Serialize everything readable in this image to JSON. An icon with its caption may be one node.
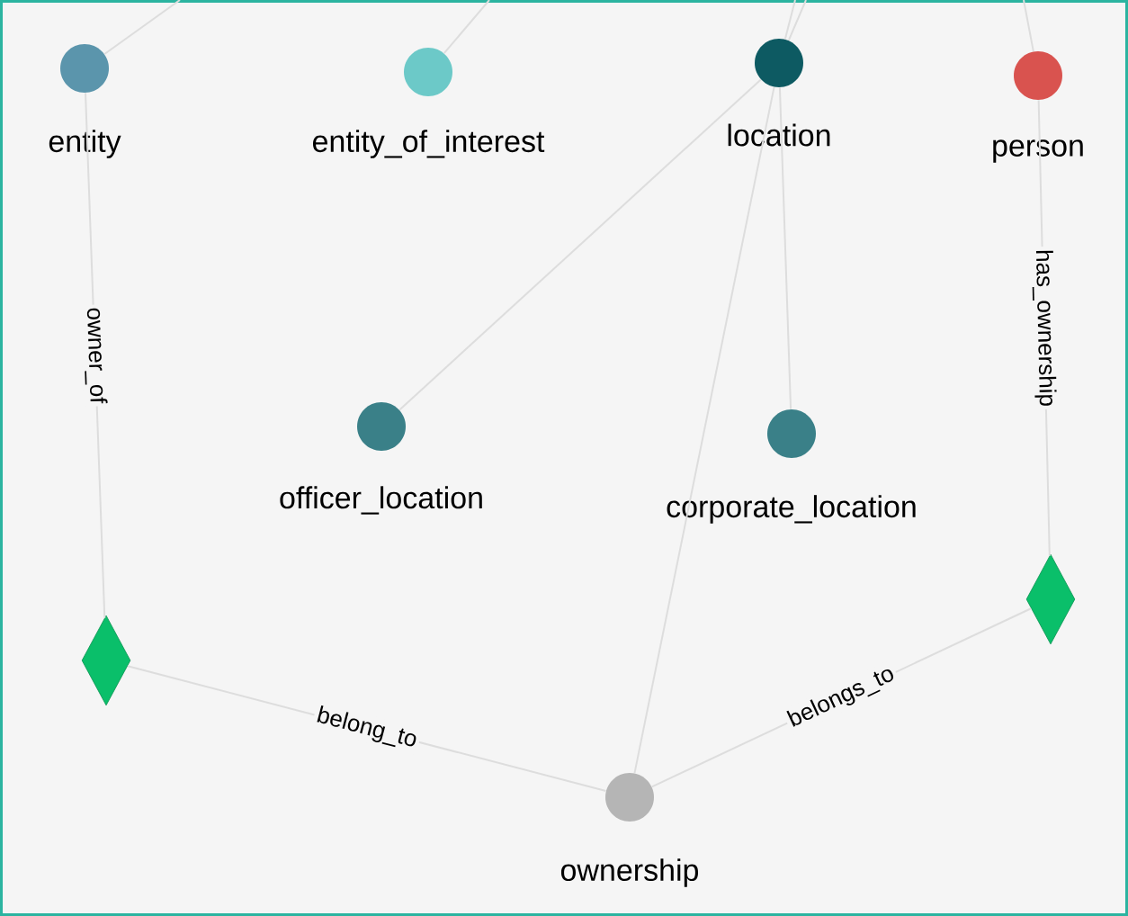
{
  "diagram": {
    "nodes": [
      {
        "text": [
          "entity"
        ]
      },
      {
        "text": [
          "entity_of_interest"
        ]
      },
      {
        "text": [
          "location"
        ]
      },
      {
        "text": [
          "person"
        ]
      },
      {
        "text": [
          "officer_location"
        ]
      },
      {
        "text": [
          "corporate_location"
        ]
      },
      {
        "text": [],
        "shape": "diamond"
      },
      {
        "text": [],
        "shape": "diamond"
      },
      {
        "text": [
          "ownership"
        ]
      }
    ],
    "edges": [
      {
        "from": null,
        "to": 0,
        "arrow": "none"
      },
      {
        "from": null,
        "to": 1,
        "arrow": "none"
      },
      {
        "from": null,
        "to": 2,
        "arrow": "none"
      },
      {
        "from": null,
        "to": 2,
        "arrow": "none"
      },
      {
        "from": null,
        "to": 3,
        "arrow": "none"
      },
      {
        "from": 0,
        "to": 6,
        "label": "owner_of",
        "arrow": "none"
      },
      {
        "from": 3,
        "to": 7,
        "label": "has_ownership",
        "arrow": "none"
      },
      {
        "from": 2,
        "to": 4,
        "arrow": "none"
      },
      {
        "from": 2,
        "to": 5,
        "arrow": "none"
      },
      {
        "from": 2,
        "to": 8,
        "arrow": "none"
      },
      {
        "from": 6,
        "to": 8,
        "label": "belong_to",
        "arrow": "none"
      },
      {
        "from": 8,
        "to": 7,
        "label": "belongs_to",
        "arrow": "none"
      }
    ]
  }
}
